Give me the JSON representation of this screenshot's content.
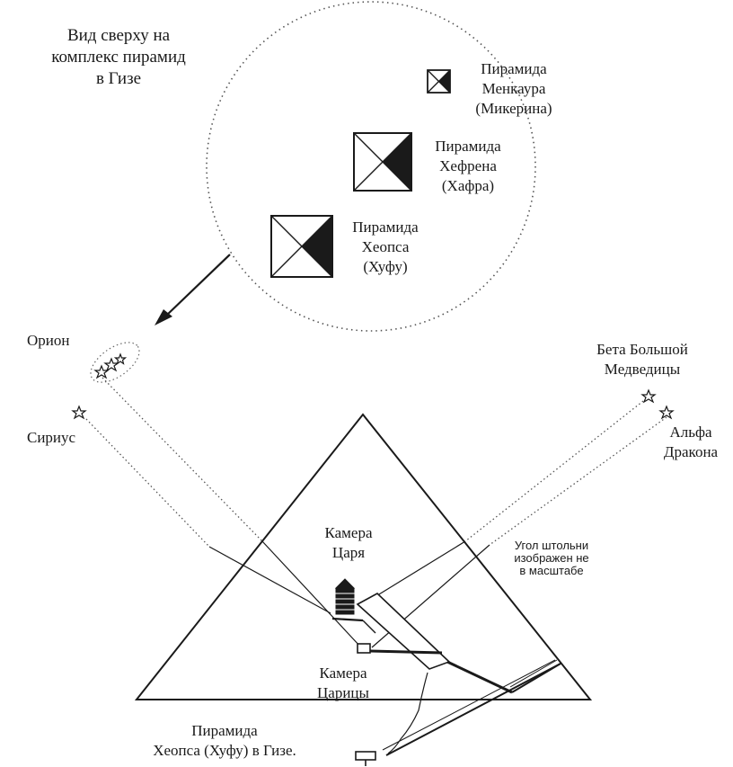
{
  "top_view": {
    "title_lines": [
      "Вид сверху на",
      "комплекс пирамид",
      "в Гизе"
    ],
    "menkaure_lines": [
      "Пирамида",
      "Менкаура",
      "(Микерина)"
    ],
    "khafre_lines": [
      "Пирамида",
      "Хефрена",
      "(Хафра)"
    ],
    "khufu_lines": [
      "Пирамида",
      "Хеопса",
      "(Хуфу)"
    ]
  },
  "stars": {
    "orion": "Орион",
    "sirius": "Сириус",
    "beta_lines": [
      "Бета Большой",
      "Медведицы"
    ],
    "alpha_lines": [
      "Альфа",
      "Дракона"
    ]
  },
  "cross_section": {
    "king_chamber_lines": [
      "Камера",
      "Царя"
    ],
    "queen_chamber_lines": [
      "Камера",
      "Царицы"
    ],
    "note_lines": [
      "Угол штольни",
      "изображен не",
      "в масштабе"
    ],
    "caption_lines": [
      "Пирамида",
      "Хеопса (Хуфу) в Гизе."
    ]
  }
}
